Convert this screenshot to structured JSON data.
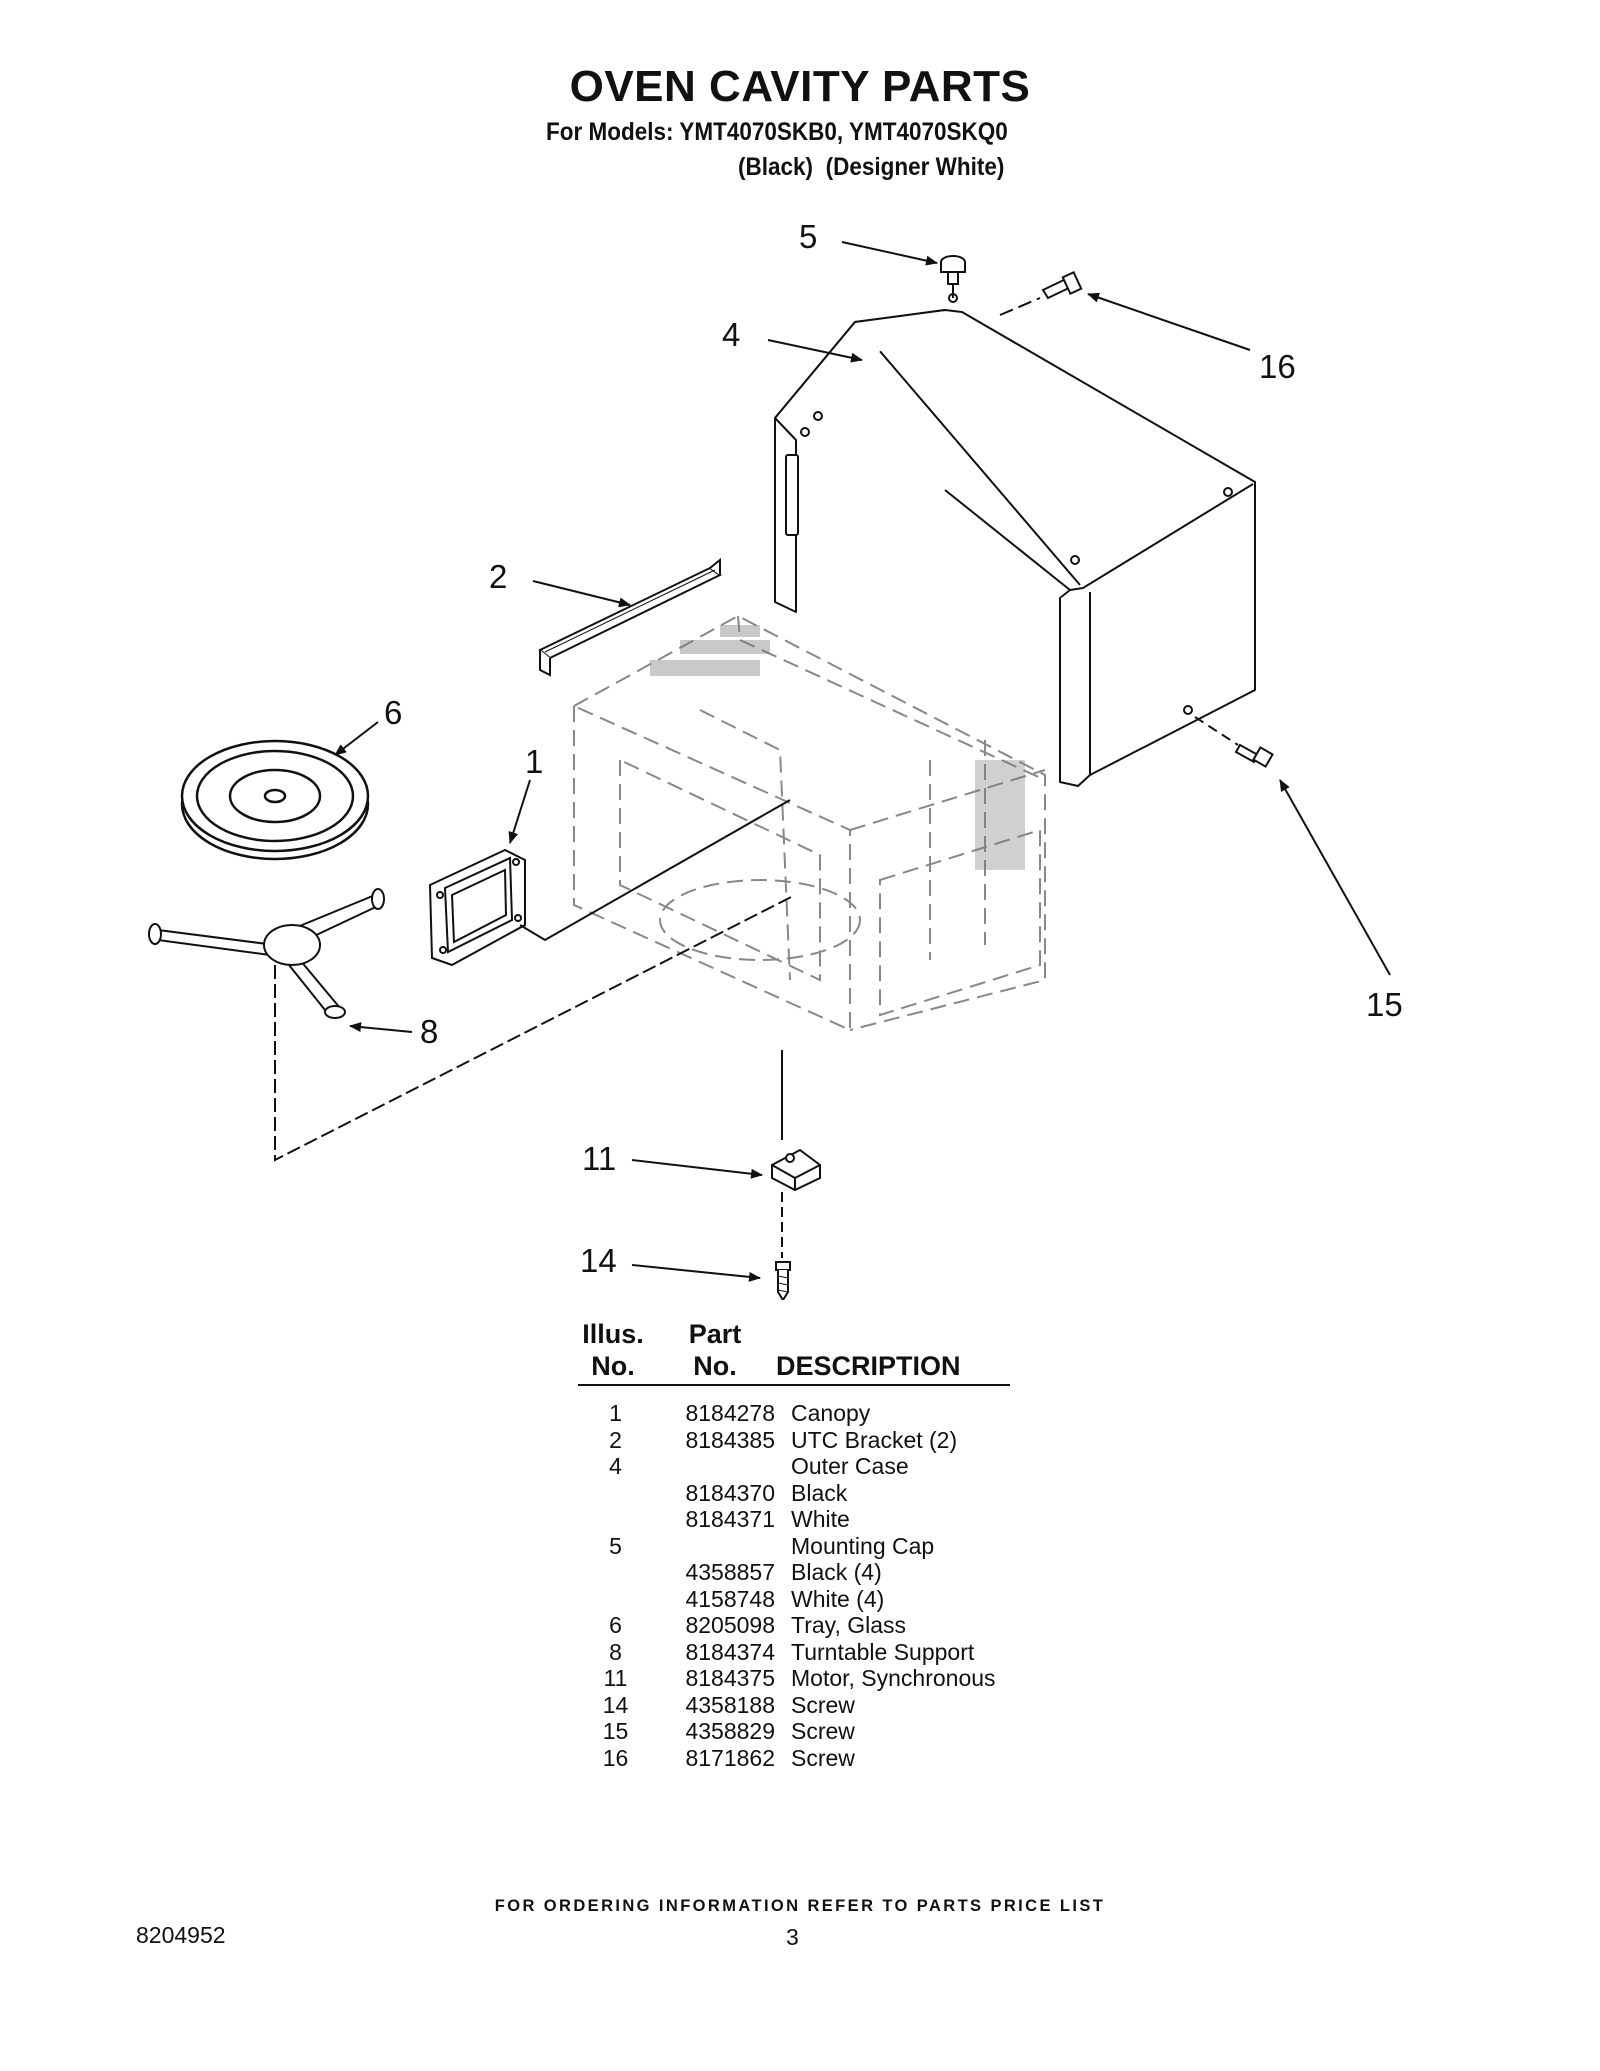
{
  "header": {
    "title": "OVEN CAVITY PARTS",
    "models_line": "For Models: YMT4070SKB0, YMT4070SKQ0",
    "variant_1": "(Black)",
    "variant_2": "(Designer White)"
  },
  "diagram": {
    "callouts": [
      {
        "label": "5"
      },
      {
        "label": "4"
      },
      {
        "label": "16"
      },
      {
        "label": "2"
      },
      {
        "label": "6"
      },
      {
        "label": "1"
      },
      {
        "label": "15"
      },
      {
        "label": "8"
      },
      {
        "label": "11"
      },
      {
        "label": "14"
      }
    ]
  },
  "parts_list": {
    "headers": {
      "illus_line1": "Illus.",
      "illus_line2": "No.",
      "part_line1": "Part",
      "part_line2": "No.",
      "description": "DESCRIPTION"
    },
    "rows": [
      {
        "illus": "1",
        "part": "8184278",
        "desc": "Canopy"
      },
      {
        "illus": "2",
        "part": "8184385",
        "desc": "UTC Bracket (2)"
      },
      {
        "illus": "4",
        "part": "",
        "desc": "Outer Case"
      },
      {
        "illus": "",
        "part": "8184370",
        "desc": "Black"
      },
      {
        "illus": "",
        "part": "8184371",
        "desc": "White"
      },
      {
        "illus": "5",
        "part": "",
        "desc": "Mounting Cap"
      },
      {
        "illus": "",
        "part": "4358857",
        "desc": "Black (4)"
      },
      {
        "illus": "",
        "part": "4158748",
        "desc": "White (4)"
      },
      {
        "illus": "6",
        "part": "8205098",
        "desc": "Tray, Glass"
      },
      {
        "illus": "8",
        "part": "8184374",
        "desc": "Turntable Support"
      },
      {
        "illus": "11",
        "part": "8184375",
        "desc": "Motor, Synchronous"
      },
      {
        "illus": "14",
        "part": "4358188",
        "desc": "Screw"
      },
      {
        "illus": "15",
        "part": "4358829",
        "desc": "Screw"
      },
      {
        "illus": "16",
        "part": "8171862",
        "desc": "Screw"
      }
    ]
  },
  "footer": {
    "note": "FOR ORDERING INFORMATION REFER TO PARTS PRICE LIST",
    "doc_number": "8204952",
    "page_number": "3"
  }
}
